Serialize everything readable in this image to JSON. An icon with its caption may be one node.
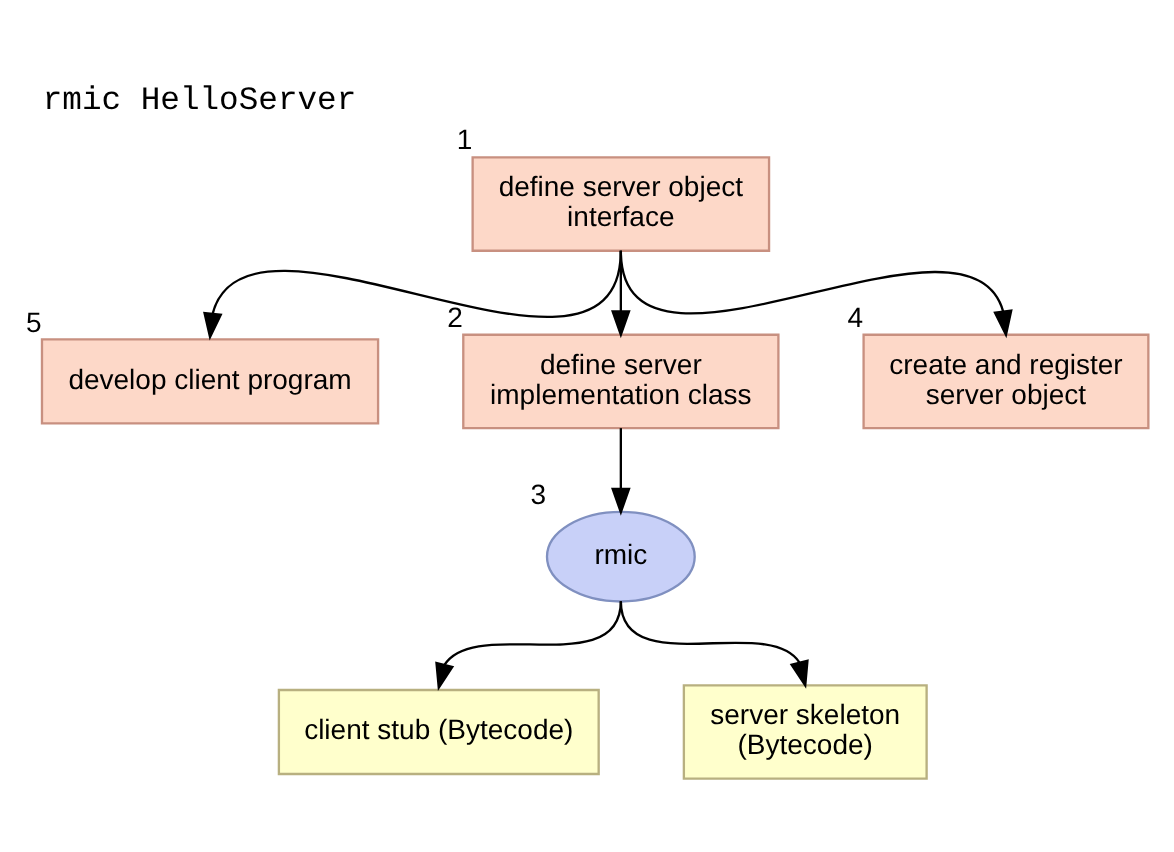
{
  "diagram": {
    "title": "rmic HelloServer",
    "nodes": [
      {
        "text": [
          "define server object interface"
        ],
        "beside": [
          "1"
        ]
      },
      {
        "text": [
          "develop client program"
        ],
        "beside": [
          "5"
        ]
      },
      {
        "text": [
          "define server implementation class"
        ],
        "beside": [
          "2"
        ]
      },
      {
        "text": [
          "create and register server object"
        ],
        "beside": [
          "4"
        ]
      },
      {
        "text": [
          "rmic"
        ],
        "beside": [
          "3"
        ]
      },
      {
        "text": [
          "client stub (Bytecode)"
        ]
      },
      {
        "text": [
          "server skeleton (Bytecode)"
        ]
      }
    ],
    "edges": [
      {
        "from": 0,
        "to": 1,
        "arrow": "to"
      },
      {
        "from": 0,
        "to": 2,
        "arrow": "to"
      },
      {
        "from": 0,
        "to": 3,
        "arrow": "to"
      },
      {
        "from": 2,
        "to": 4,
        "arrow": "to"
      },
      {
        "from": 4,
        "to": 5,
        "arrow": "to"
      },
      {
        "from": 4,
        "to": 6,
        "arrow": "to"
      }
    ]
  }
}
